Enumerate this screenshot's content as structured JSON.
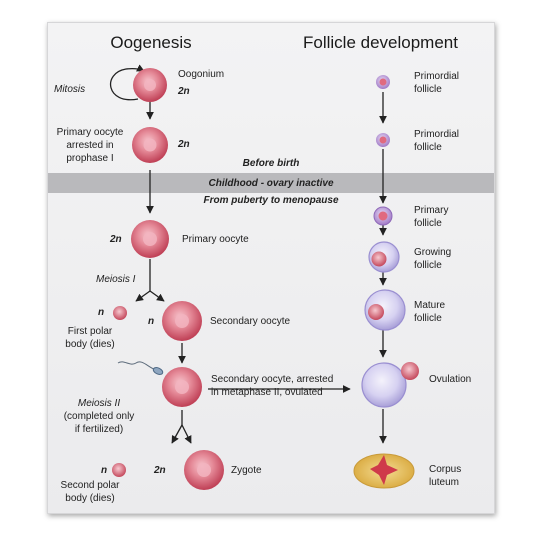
{
  "headers": {
    "oogenesis": "Oogenesis",
    "follicle": "Follicle development"
  },
  "timeline": {
    "before_birth": "Before birth",
    "childhood": "Childhood - ovary inactive",
    "puberty": "From puberty to menopause"
  },
  "oogenesis": {
    "mitosis": "Mitosis",
    "oogonium": "Oogonium",
    "ploidy_2n_a": "2n",
    "primary_arrested": [
      "Primary oocyte",
      "arrested in",
      "prophase I"
    ],
    "ploidy_2n_b": "2n",
    "ploidy_2n_c": "2n",
    "primary_oocyte": "Primary oocyte",
    "meiosis1": "Meiosis I",
    "ploidy_n_a": "n",
    "first_polar": [
      "First polar",
      "body (dies)"
    ],
    "ploidy_n_b": "n",
    "secondary_oocyte": "Secondary oocyte",
    "meiosis2": "Meiosis II",
    "meiosis2_note": [
      "(completed only",
      "if fertilized)"
    ],
    "secondary_arrested": [
      "Secondary oocyte, arrested",
      "in metaphase II, ovulated"
    ],
    "ploidy_n_c": "n",
    "second_polar": [
      "Second polar",
      "body (dies)"
    ],
    "ploidy_2n_d": "2n",
    "zygote": "Zygote"
  },
  "follicle": {
    "primordial_1": [
      "Primordial",
      "follicle"
    ],
    "primordial_2": [
      "Primordial",
      "follicle"
    ],
    "primary": [
      "Primary",
      "follicle"
    ],
    "growing": [
      "Growing",
      "follicle"
    ],
    "mature": [
      "Mature",
      "follicle"
    ],
    "ovulation": "Ovulation",
    "corpus": [
      "Corpus",
      "luteum"
    ]
  },
  "colors": {
    "cell_outer": "#c5465a",
    "cell_inner": "#f1aab6",
    "follicle_fluid": "#c9c4ec",
    "corpus_luteum": "#e7c36a",
    "corpus_center": "#cf3a4a",
    "band": "#b9b9bc"
  }
}
